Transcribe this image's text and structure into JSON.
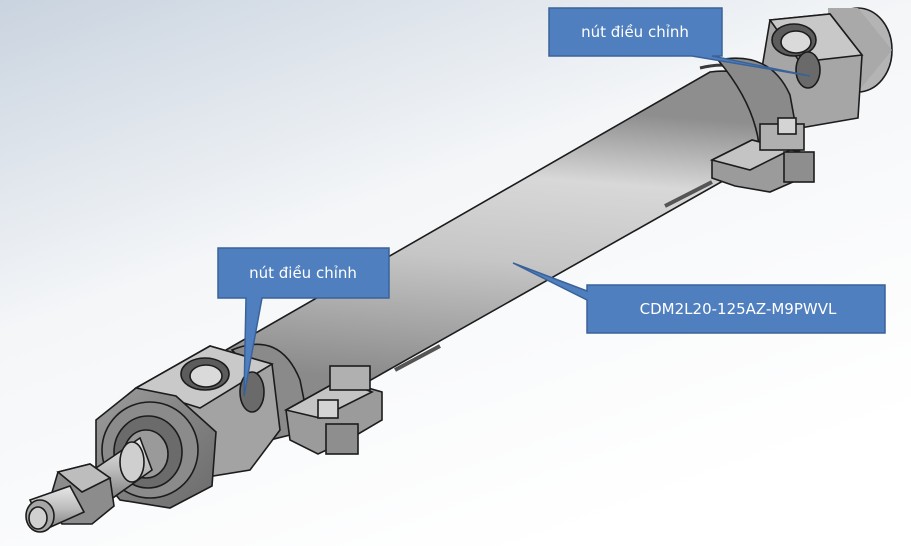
{
  "callouts": {
    "top_adjust": "nút điều chỉnh",
    "left_adjust": "nút điều chỉnh",
    "model": "CDM2L20-125AZ-M9PWVL"
  },
  "colors": {
    "callout_fill": "#4f7fbe",
    "callout_stroke": "#3a6298",
    "metal_light": "#cfcfcf",
    "metal_dark": "#6f6f6f",
    "edge": "#1c1c1c"
  }
}
